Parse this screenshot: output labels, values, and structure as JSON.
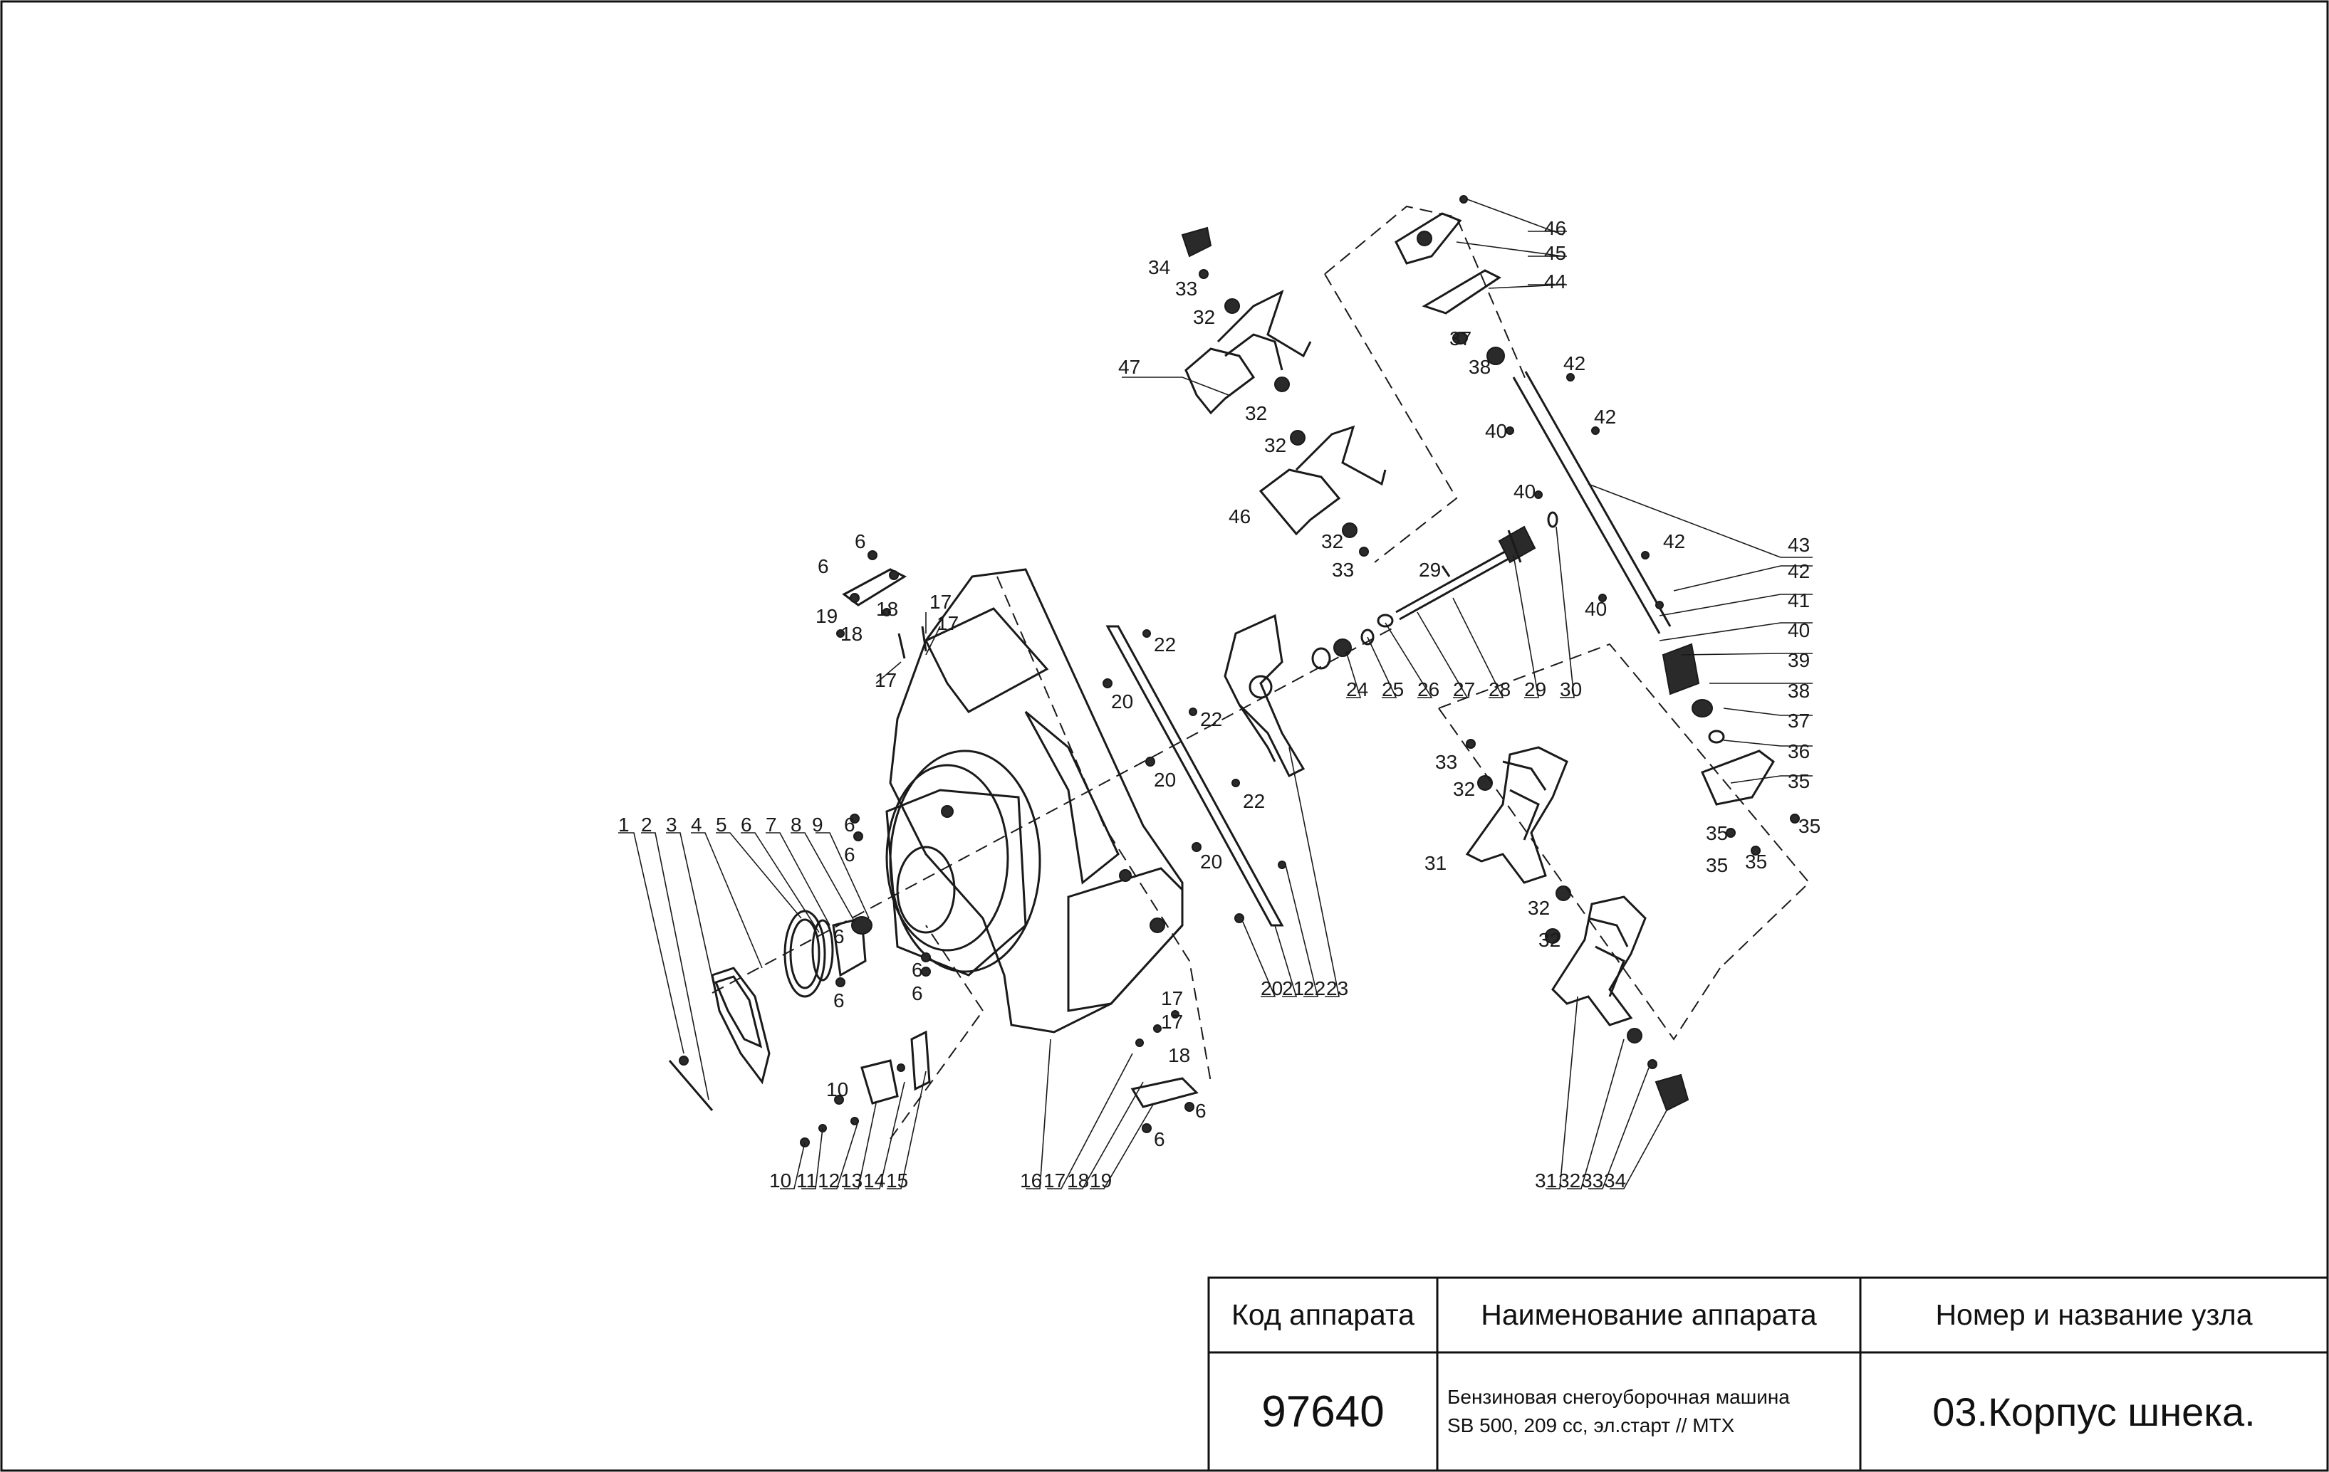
{
  "callouts": [
    "1",
    "2",
    "3",
    "4",
    "5",
    "6",
    "7",
    "8",
    "9",
    "10",
    "11",
    "12",
    "13",
    "14",
    "15",
    "16",
    "17",
    "18",
    "19",
    "20",
    "21",
    "22",
    "23",
    "24",
    "25",
    "26",
    "27",
    "28",
    "29",
    "30",
    "31",
    "32",
    "33",
    "34",
    "35",
    "36",
    "37",
    "38",
    "39",
    "40",
    "41",
    "42",
    "43",
    "44",
    "45",
    "46",
    "47"
  ],
  "title_block": {
    "code_header": "Код аппарата",
    "name_header": "Наименование аппарата",
    "unit_header": "Номер и название узла",
    "code_value": "97640",
    "name_line1": "Бензиновая снегоуборочная машина",
    "name_line2": "SB 500, 209 cc, эл.старт // MTX",
    "unit_value": "03.Корпус шнека."
  }
}
